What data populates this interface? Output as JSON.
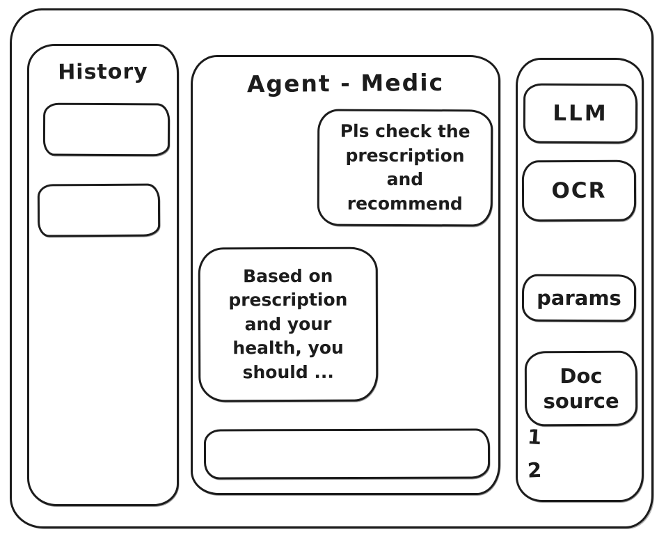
{
  "window": {
    "ink_color": "#1c1c1c",
    "background": "#ffffff"
  },
  "history_panel": {
    "title": "History",
    "items": [
      {
        "label": ""
      },
      {
        "label": ""
      }
    ]
  },
  "chat_panel": {
    "title": "Agent - Medic",
    "messages": [
      {
        "role": "user",
        "align": "right",
        "text": "Pls check the prescription and recommend"
      },
      {
        "role": "assistant",
        "align": "left",
        "text": "Based on prescription and your health, you should ..."
      }
    ],
    "input": {
      "value": "",
      "placeholder": ""
    }
  },
  "tools_panel": {
    "buttons": [
      {
        "label": "LLM"
      },
      {
        "label": "OCR"
      },
      {
        "label": "params"
      },
      {
        "label": "Doc source"
      }
    ],
    "doc_list": [
      "1",
      "2"
    ]
  }
}
